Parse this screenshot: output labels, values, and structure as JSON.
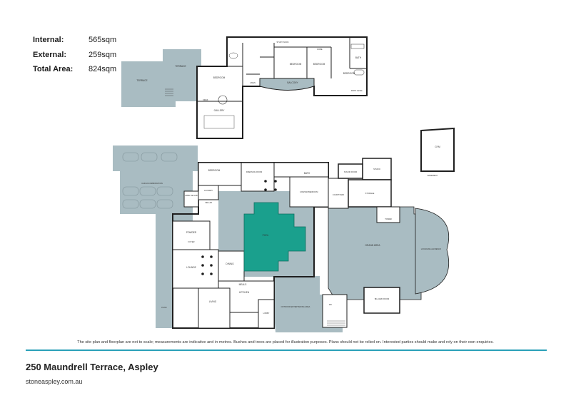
{
  "stats": [
    {
      "label": "Internal:",
      "value": "565sqm"
    },
    {
      "label": "External:",
      "value": "259sqm"
    },
    {
      "label": "Total Area:",
      "value": "824sqm"
    }
  ],
  "colors": {
    "wall": "#1f1f1f",
    "external": "#a9bcc2",
    "pool": "#1aa08d",
    "accent": "#2aa0b8",
    "room": "#ffffff"
  },
  "rooms": {
    "terrace_west": "TERRACE",
    "terrace_upper": "TERRACE",
    "bedroom_upper": "BEDROOM",
    "gallery": "GALLERY",
    "study_nook": "STUDY NOOK",
    "bedroom_1": "BEDROOM",
    "bedroom_2": "BEDROOM",
    "bedroom_3": "BEDROOM",
    "bath_upper": "BATH",
    "balcony": "BALCONY",
    "first_level": "FIRST LEVEL",
    "linen": "LINEN",
    "desk": "DESK",
    "robe": "ROBE",
    "gym": "GYM",
    "basement": "BASEMENT",
    "car_accommodation": "CAR ACCOMMODATION",
    "bedroom_ground": "BEDROOM",
    "dressing_room": "DRESSING ROOM",
    "bath_ground": "BATH",
    "master_bedroom": "MASTER BEDROOM",
    "courtyard": "COURTYARD",
    "wine_cellar": "WINE CELLAR",
    "powder": "POWDER",
    "laundry": "LAUNDRY",
    "cellar": "CELLAR",
    "foyer": "FOYER",
    "lounge": "LOUNGE",
    "dining": "DINING",
    "pool": "POOL",
    "grand_area": "GRAND AREA",
    "sunroom_alfresco": "LOUNGING ALFRESCO",
    "meals": "MEALS",
    "kitchen": "KITCHEN",
    "living": "LIVING",
    "entertaining_area": "OUTDOOR ENTERTAINING AREA",
    "billiard_room": "BILLIARD ROOM",
    "studio": "STUDIO",
    "sound_room": "SOUND ROOM",
    "storage": "STORAGE",
    "tower": "TOWER",
    "patio": "PATIO",
    "lobby": "LOBBY",
    "wc": "WC"
  },
  "disclaimer": "The site plan and floorplan are not to scale; measurements are indicative and in metres. Bushes and trees are placed for illustration purposes. Plans should not be relied on. Interested parties should make and rely on their own enquiries.",
  "address": "250 Maundrell Terrace, Aspley",
  "website": "stoneaspley.com.au"
}
